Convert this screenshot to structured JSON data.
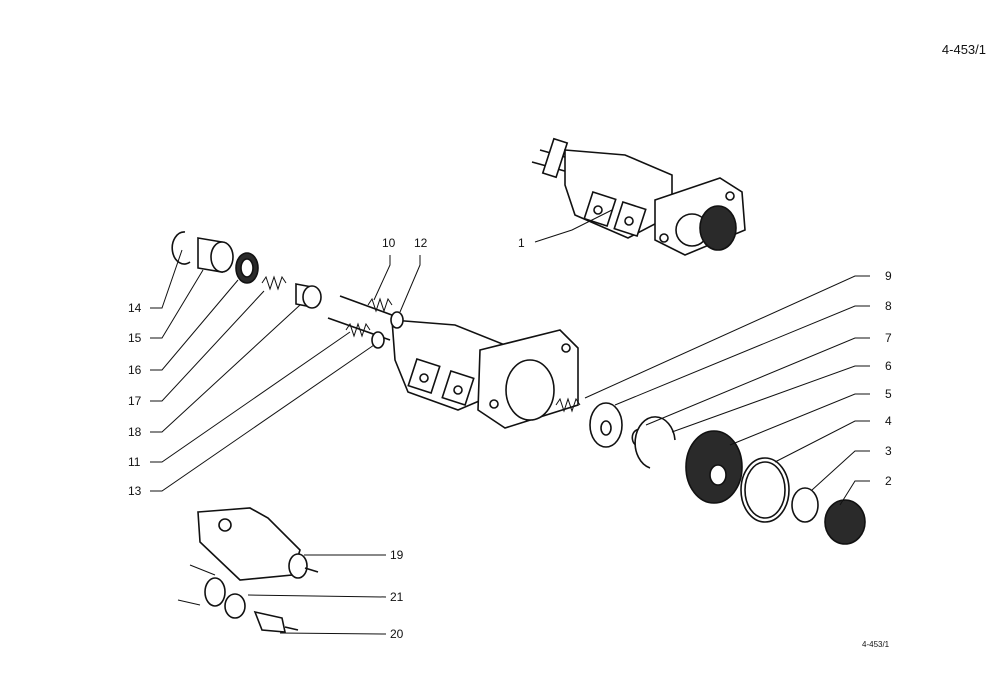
{
  "page_ref_top": "4-453/1",
  "page_ref_bottom": "4-453/1",
  "callouts": {
    "c1": "1",
    "c2": "2",
    "c3": "3",
    "c4": "4",
    "c5": "5",
    "c6": "6",
    "c7": "7",
    "c8": "8",
    "c9": "9",
    "c10": "10",
    "c11": "11",
    "c12": "12",
    "c13": "13",
    "c14": "14",
    "c15": "15",
    "c16": "16",
    "c17": "17",
    "c18": "18",
    "c19": "19",
    "c20": "20",
    "c21": "21"
  }
}
